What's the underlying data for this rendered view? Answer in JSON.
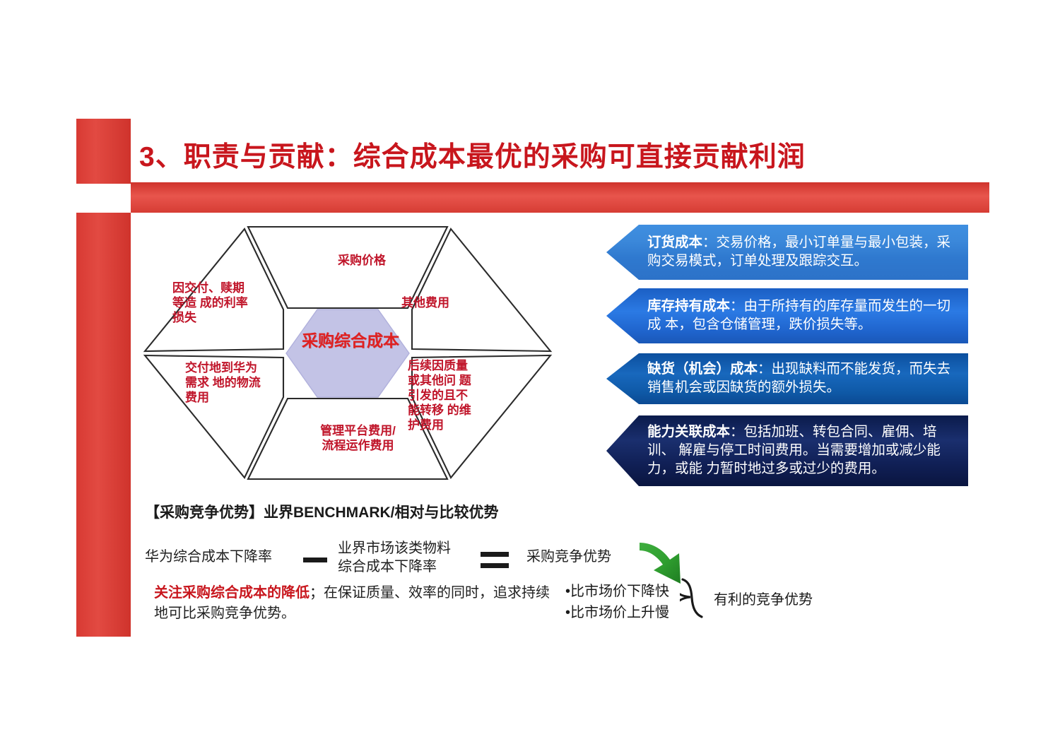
{
  "title": "3、职责与贡献：综合成本最优的采购可直接贡献利润",
  "hexagon": {
    "core_label": "采购综合成本",
    "segments": [
      {
        "id": "top",
        "label": "采购价格"
      },
      {
        "id": "upright",
        "label": "其他费用"
      },
      {
        "id": "lowright",
        "label": "后续因质量\n或其他问  题\n引发的且不\n能转移  的维\n护费用"
      },
      {
        "id": "bottom",
        "label": "管理平台费用/\n流程运作费用"
      },
      {
        "id": "lowleft",
        "label": "交付地到华为\n需求  地的物流\n费用"
      },
      {
        "id": "upleft",
        "label": "因交付、赎期\n等造  成的利率\n损失"
      }
    ]
  },
  "callouts": [
    {
      "title": "订货成本",
      "colon": "：",
      "body": "交易价格，最小订单量与最小包装，采购交易模式，订单处理及跟踪交互。",
      "color": "#2f79cf"
    },
    {
      "title": "库存持有成本",
      "colon": "：",
      "body": "由于所持有的库存量而发生的一切成  本，包含仓储管理，跌价损失等。",
      "color": "#1f64cd"
    },
    {
      "title": "缺货（机会）成本",
      "colon": "：",
      "body": "出现缺料而不能发货，而失去  销售机会或因缺货的额外损失。",
      "color": "#0f5aa8"
    },
    {
      "title": "能力关联成本",
      "colon": "：",
      "body": "包括加班、转包合同、雇佣、培训、  解雇与停工时间费用。当需要增加或减少能力，或能  力暂时地过多或过少的费用。",
      "color": "#101f55"
    }
  ],
  "benchmark": {
    "heading": "【采购竞争优势】业界BENCHMARK/相对与比较优势",
    "formula": {
      "term_a": "华为综合成本下降率",
      "operator_minus": "−",
      "term_b": "业界市场该类物料\n综合成本下降率",
      "operator_equals": "=",
      "term_c": "采购竞争优势"
    },
    "conclusion_emphasis": "关注采购综合成本的降低",
    "conclusion_rest": "；在保证质量、效率的同时，追求持续地可比采购竞争优势。",
    "bullets": [
      "•比市场价下降快",
      "•比市场价上升慢"
    ],
    "advantage_label": "有利的竞争优势"
  },
  "colors": {
    "brand_red": "#c8161d",
    "bar_red": "#d83a33",
    "core_fill": "#c3c3e6",
    "green_arrow": "#2f9e2f"
  }
}
